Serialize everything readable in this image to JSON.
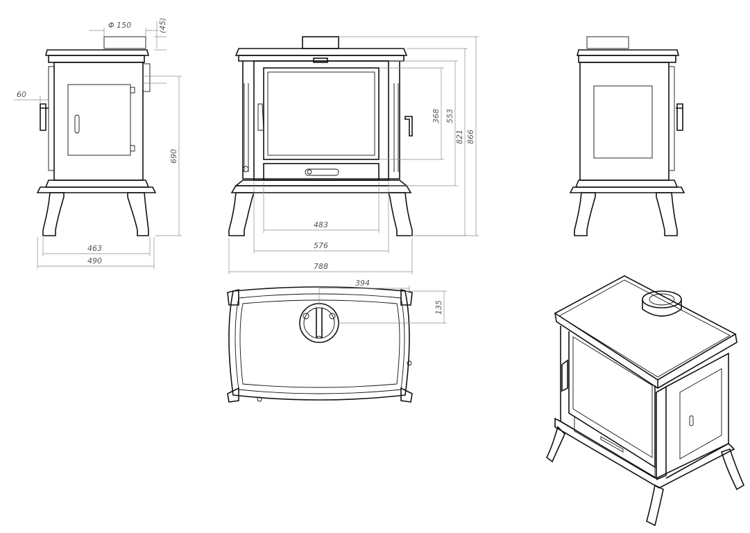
{
  "dimensions": {
    "flue_diameter": "Φ 150",
    "flue_offset": "(45)",
    "handle_depth": "60",
    "height_to_top": "690",
    "depth_legs": "463",
    "depth_total": "490",
    "firebox_width": "483",
    "body_width": "576",
    "overall_width": "788",
    "glass_height": "368",
    "door_height": "553",
    "body_height": "821",
    "overall_height": "866",
    "flue_center_x": "394",
    "flue_center_y": "135"
  },
  "colors": {
    "line": "#111111",
    "dimension": "#8a8a8a",
    "background": "#ffffff"
  }
}
